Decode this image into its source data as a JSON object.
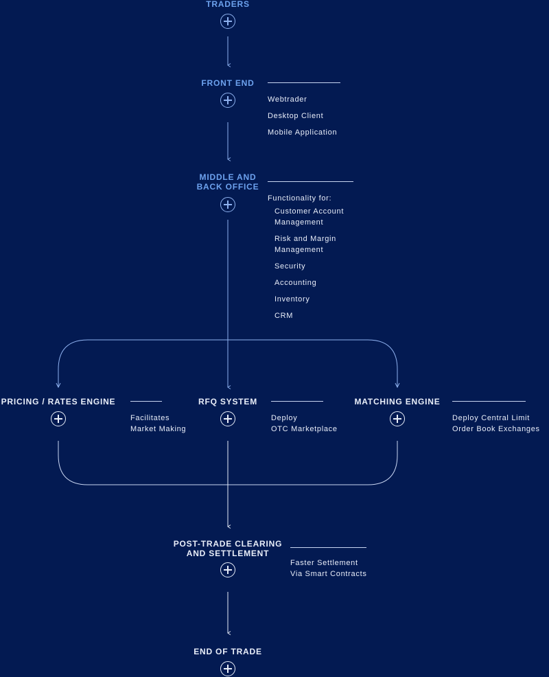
{
  "colors": {
    "background": "#031a52",
    "title_blue": "#6da2ee",
    "title_white": "#e9eef9",
    "line": "#8fb2f0",
    "text": "#e9eef9"
  },
  "icons": {
    "expand": "plus-circle-icon",
    "flow": "arrow-down-icon"
  },
  "nodes": {
    "traders": {
      "title": "TRADERS"
    },
    "front_end": {
      "title": "FRONT END",
      "items": [
        "Webtrader",
        "Desktop Client",
        "Mobile Application"
      ]
    },
    "middle_back": {
      "title": "MIDDLE AND\nBACK OFFICE",
      "intro": "Functionality for:",
      "items": [
        "Customer Account\nManagement",
        "Risk and Margin\nManagement",
        "Security",
        "Accounting",
        "Inventory",
        "CRM"
      ]
    },
    "pricing": {
      "title": "PRICING / RATES ENGINE",
      "description": "Facilitates\nMarket Making"
    },
    "rfq": {
      "title": "RFQ SYSTEM",
      "description": "Deploy\nOTC Marketplace"
    },
    "matching": {
      "title": "MATCHING ENGINE",
      "description": "Deploy Central Limit\nOrder Book Exchanges"
    },
    "post_trade": {
      "title": "POST-TRADE CLEARING\nAND SETTLEMENT",
      "description": "Faster Settlement\nVia Smart Contracts"
    },
    "end": {
      "title": "END OF TRADE"
    }
  }
}
